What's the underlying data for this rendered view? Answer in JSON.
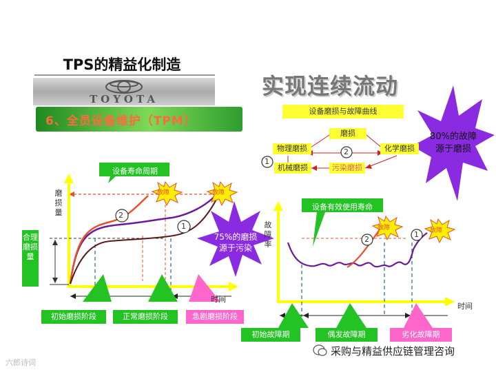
{
  "header": {
    "title": "TPS的精益化制造",
    "logo_text": "TOYOTA",
    "section": "6、全员设备维护（TPM）",
    "main_title": "实现连续流动"
  },
  "cause_panel": {
    "title": "设备磨损与故障曲线",
    "wear": "磨损",
    "physical": "物理磨损",
    "chemical": "化学磨损",
    "mechanical": "机械磨损",
    "pollution": "污染磨损",
    "num1": "1",
    "num2": "2",
    "star_note": "80%的故障源于磨损"
  },
  "left_chart": {
    "top_label": "设备寿命周期",
    "ylabel": "磨损量",
    "xlabel": "时间",
    "reasonable_wear": "合理磨损量",
    "fault": "故障",
    "num1": "1",
    "num2": "2",
    "star_note": "75%的磨损源于污染",
    "phases": [
      "初始磨损阶段",
      "正常磨损阶段",
      "急剧磨损阶段"
    ]
  },
  "right_chart": {
    "top_label": "设备有效使用寿命",
    "ylabel": "故障率",
    "xlabel": "时间",
    "fault": "故障",
    "num1": "1",
    "num2": "2",
    "phases": [
      "初始故障期",
      "偶发故障期",
      "劣化故障期"
    ]
  },
  "footer": {
    "brand": "采购与精益供应链管理咨询",
    "watermark": "六郎诗词"
  },
  "colors": {
    "axis": "#ffff00",
    "green": "#22c322",
    "purple_curve": "#6a1b9a",
    "orange_curve": "#e8502a",
    "star_purple": "#8a2be2",
    "star_yellow": "#ffee00",
    "pink": "#ff66cc"
  }
}
